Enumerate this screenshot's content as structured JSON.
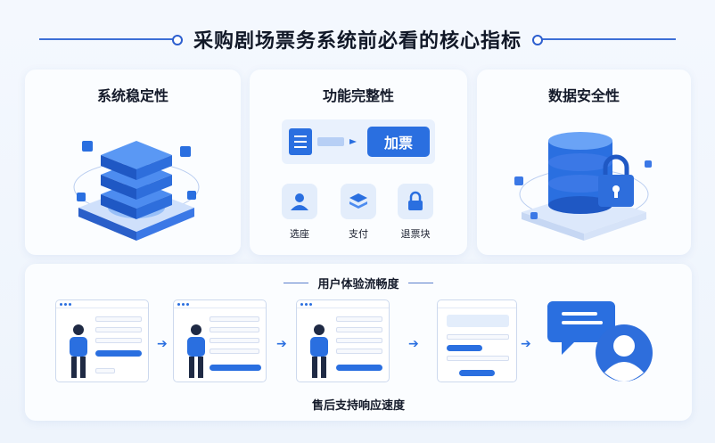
{
  "header": {
    "title": "采购剧场票务系统前必看的核心指标"
  },
  "cards": {
    "stability": {
      "title": "系统稳定性"
    },
    "features": {
      "title": "功能完整性",
      "ticket_label": "加票",
      "items": [
        {
          "label": "选座",
          "icon": "seat-user-icon"
        },
        {
          "label": "支付",
          "icon": "layers-icon"
        },
        {
          "label": "退票块",
          "icon": "lock-icon"
        }
      ]
    },
    "security": {
      "title": "数据安全性"
    }
  },
  "experience": {
    "title": "用户体验流畅度",
    "footer": "售后支持响应速度"
  },
  "colors": {
    "accent": "#2a6fe0",
    "accent_light": "#e3edfb",
    "title_line": "#3d6fd6"
  }
}
